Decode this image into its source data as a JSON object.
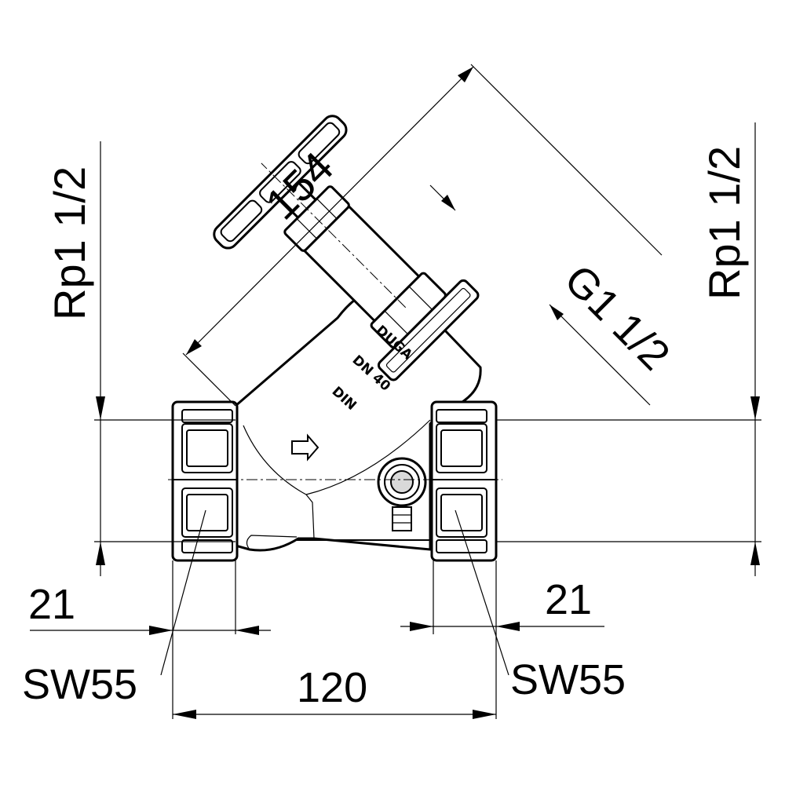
{
  "dimensions": {
    "diagonal_length": "154",
    "spindle_thread": "G1 1/2",
    "left_thread": "Rp1 1/2",
    "right_thread": "Rp1 1/2",
    "left_thread_depth": "21",
    "right_thread_depth": "21",
    "left_wrench": "SW55",
    "right_wrench": "SW55",
    "overall_length": "120"
  },
  "body_markings": {
    "brand": "DUGA",
    "nominal_size": "DN 40",
    "standard": "DIN"
  }
}
